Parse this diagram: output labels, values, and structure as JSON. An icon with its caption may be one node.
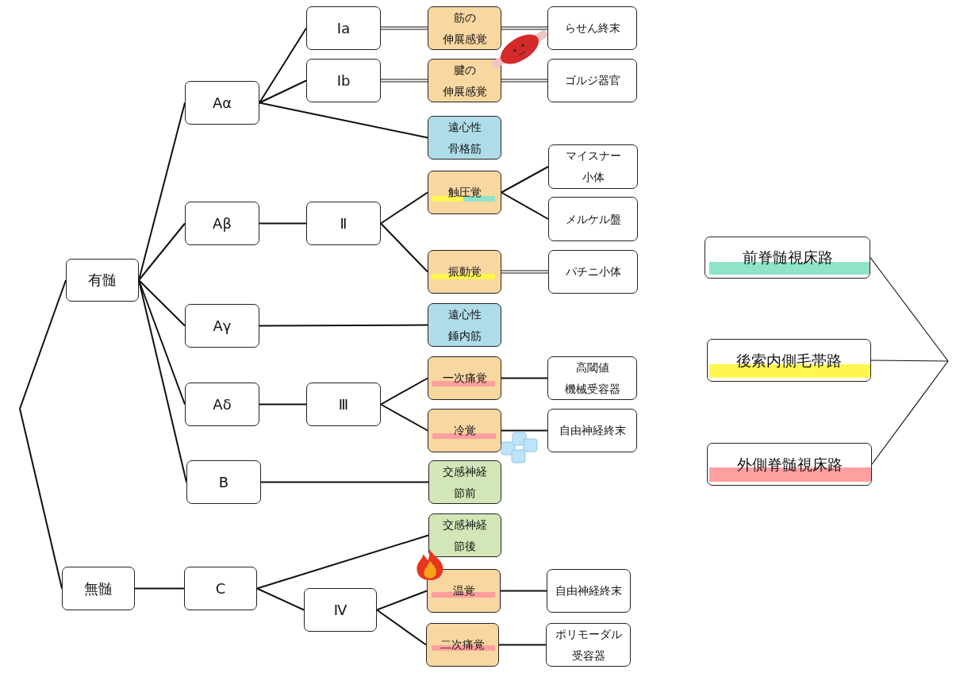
{
  "diagram": {
    "nodes": [
      {
        "text": [
          "有髄"
        ]
      },
      {
        "text": [
          "無髄"
        ]
      },
      {
        "text": [
          "Aα"
        ]
      },
      {
        "text": [
          "Aβ"
        ]
      },
      {
        "text": [
          "Aγ"
        ]
      },
      {
        "text": [
          "Aδ"
        ]
      },
      {
        "text": [
          "B"
        ]
      },
      {
        "text": [
          "C"
        ]
      },
      {
        "text": [
          "Ⅰa"
        ]
      },
      {
        "text": [
          "Ⅰb"
        ]
      },
      {
        "text": [
          "Ⅱ"
        ]
      },
      {
        "text": [
          "Ⅲ"
        ]
      },
      {
        "text": [
          "Ⅳ"
        ]
      },
      {
        "text": [
          "筋の伸展感覚"
        ]
      },
      {
        "text": [
          "腱の伸展感覚"
        ]
      },
      {
        "text": [
          "遠心性骨格筋"
        ]
      },
      {
        "text": [
          "触圧覚"
        ]
      },
      {
        "text": [
          "振動覚"
        ]
      },
      {
        "text": [
          "遠心性錘内筋"
        ]
      },
      {
        "text": [
          "一次痛覚"
        ]
      },
      {
        "text": [
          "冷覚"
        ]
      },
      {
        "text": [
          "交感神経節前"
        ]
      },
      {
        "text": [
          "交感神経節後"
        ]
      },
      {
        "text": [
          "温覚"
        ]
      },
      {
        "text": [
          "二次痛覚"
        ]
      },
      {
        "text": [
          "らせん終末"
        ]
      },
      {
        "text": [
          "ゴルジ器官"
        ]
      },
      {
        "text": [
          "マイスナー小体"
        ]
      },
      {
        "text": [
          "メルケル盤"
        ]
      },
      {
        "text": [
          "パチニ小体"
        ]
      },
      {
        "text": [
          "高閾値機械受容器"
        ]
      },
      {
        "text": [
          "自由神経終末"
        ]
      },
      {
        "text": [
          "自由神経終末"
        ]
      },
      {
        "text": [
          "ポリモーダル受容器"
        ]
      },
      {
        "text": [
          "前脊髄視床路"
        ]
      },
      {
        "text": [
          "後索内側毛帯路"
        ]
      },
      {
        "text": [
          "外側脊髄視床路"
        ]
      }
    ],
    "edges": [
      {
        "from": 0,
        "to": 1,
        "arrow": "none"
      },
      {
        "from": 0,
        "to": 2,
        "arrow": "none"
      },
      {
        "from": 0,
        "to": 3,
        "arrow": "none"
      },
      {
        "from": 0,
        "to": 4,
        "arrow": "none"
      },
      {
        "from": 0,
        "to": 5,
        "arrow": "none"
      },
      {
        "from": 0,
        "to": 6,
        "arrow": "none"
      },
      {
        "from": 1,
        "to": 7,
        "arrow": "none"
      },
      {
        "from": 2,
        "to": 8,
        "arrow": "none"
      },
      {
        "from": 2,
        "to": 9,
        "arrow": "none"
      },
      {
        "from": 2,
        "to": 15,
        "arrow": "none"
      },
      {
        "from": 3,
        "to": 10,
        "arrow": "none"
      },
      {
        "from": 4,
        "to": 18,
        "arrow": "none"
      },
      {
        "from": 5,
        "to": 11,
        "arrow": "none"
      },
      {
        "from": 6,
        "to": 21,
        "arrow": "none"
      },
      {
        "from": 7,
        "to": 22,
        "arrow": "none"
      },
      {
        "from": 7,
        "to": 12,
        "arrow": "none"
      },
      {
        "from": 8,
        "to": 13,
        "arrow": "none"
      },
      {
        "from": 9,
        "to": 14,
        "arrow": "none"
      },
      {
        "from": 13,
        "to": 25,
        "arrow": "none"
      },
      {
        "from": 14,
        "to": 26,
        "arrow": "none"
      },
      {
        "from": 10,
        "to": 16,
        "arrow": "none"
      },
      {
        "from": 10,
        "to": 17,
        "arrow": "none"
      },
      {
        "from": 16,
        "to": 27,
        "arrow": "none"
      },
      {
        "from": 16,
        "to": 28,
        "arrow": "none"
      },
      {
        "from": 17,
        "to": 29,
        "arrow": "none"
      },
      {
        "from": 11,
        "to": 19,
        "arrow": "none"
      },
      {
        "from": 11,
        "to": 20,
        "arrow": "none"
      },
      {
        "from": 19,
        "to": 30,
        "arrow": "none"
      },
      {
        "from": 20,
        "to": 31,
        "arrow": "none"
      },
      {
        "from": 12,
        "to": 23,
        "arrow": "none"
      },
      {
        "from": 12,
        "to": 24,
        "arrow": "none"
      },
      {
        "from": 23,
        "to": 32,
        "arrow": "none"
      },
      {
        "from": 24,
        "to": 33,
        "arrow": "none"
      },
      {
        "from": 34,
        "to": null,
        "arrow": "none"
      },
      {
        "from": 35,
        "to": null,
        "arrow": "none"
      },
      {
        "from": 36,
        "to": null,
        "arrow": "none"
      }
    ]
  }
}
